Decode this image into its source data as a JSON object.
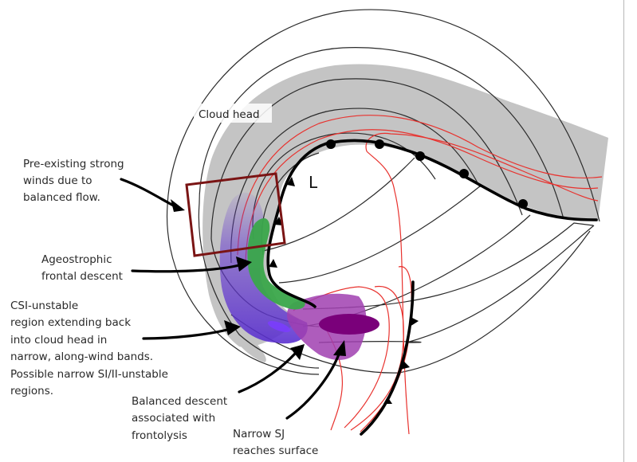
{
  "diagram": {
    "labels": {
      "cloud_head": "Cloud head",
      "low": "L",
      "strong_winds": [
        "Pre-existing strong",
        "winds due to",
        "balanced flow."
      ],
      "ageostrophic": [
        "Ageostrophic",
        "frontal descent"
      ],
      "csi": [
        "CSI-unstable",
        "region extending back",
        "into cloud head in",
        "narrow, along-wind bands.",
        "Possible narrow SI/II-unstable",
        "regions."
      ],
      "balanced": [
        "Balanced descent",
        "associated with",
        "frontolysis"
      ],
      "narrow_sj": [
        "Narrow SJ",
        "reaches surface"
      ]
    },
    "colors": {
      "cloud": "#c4c4c4",
      "box": "#7a1414",
      "ageostrophic": "#3aa64a",
      "csi": "#6a3fd0",
      "balanced": "#a040b0",
      "sting_jet": "#7a007a",
      "red_lines": "#e8322e"
    }
  }
}
